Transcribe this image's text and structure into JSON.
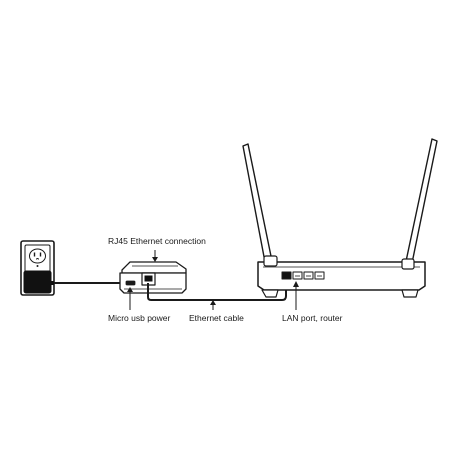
{
  "labels": {
    "rj45": "RJ45 Ethernet connection",
    "micro_usb": "Micro usb power",
    "ethernet_cable": "Ethernet cable",
    "lan_port": "LAN port, router"
  },
  "colors": {
    "line": "#1a1a1a",
    "fill": "#ffffff",
    "dark": "#111111"
  }
}
